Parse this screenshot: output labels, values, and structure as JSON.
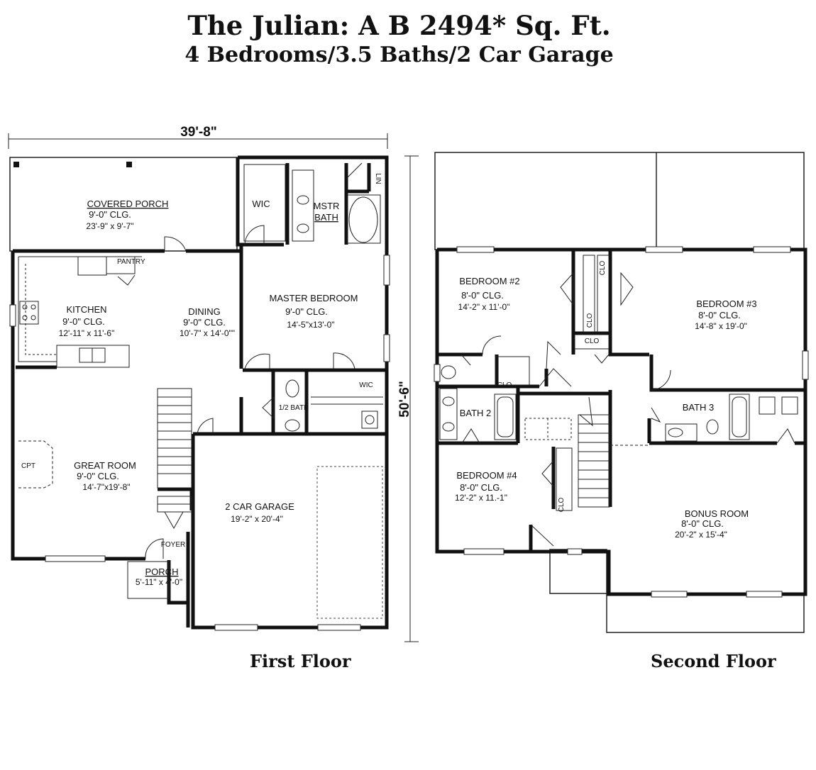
{
  "header": {
    "title": "The Julian: A B 2494* Sq. Ft.",
    "subtitle": "4 Bedrooms/3.5 Baths/2 Car Garage"
  },
  "first_floor": {
    "caption": "First Floor",
    "width_dim": "39'-8\"",
    "depth_dim": "50'-6\"",
    "rooms": {
      "covered_porch": {
        "name": "COVERED PORCH",
        "ceiling": "9'-0\" CLG.",
        "size": "23'-9\" x 9'-7\""
      },
      "kitchen": {
        "name": "KITCHEN",
        "ceiling": "9'-0\" CLG.",
        "size": "12'-11\" x 11'-6\""
      },
      "dining": {
        "name": "DINING",
        "ceiling": "9'-0\" CLG.",
        "size": "10'-7\" x 14'-0\"\""
      },
      "master_bedroom": {
        "name": "MASTER BEDROOM",
        "ceiling": "9'-0\" CLG.",
        "size": "14'-5\"x13'-0\""
      },
      "wic": {
        "name": "WIC"
      },
      "wic2": {
        "name": "WIC"
      },
      "mstr_bath": {
        "line1": "MSTR",
        "line2": "BATH"
      },
      "lin": {
        "name": "LIN"
      },
      "half_bath": {
        "name": "1/2 BATH"
      },
      "pantry": {
        "name": "PANTRY"
      },
      "great_room": {
        "name": "GREAT ROOM",
        "ceiling": "9'-0\" CLG.",
        "size": "14'-7\"x19'-8\""
      },
      "garage": {
        "name": "2 CAR GARAGE",
        "size": "19'-2\" x 20'-4\""
      },
      "foyer": {
        "name": "FOYER"
      },
      "porch": {
        "name": "PORCH",
        "size": "5'-11\" x 4'-0\""
      }
    }
  },
  "second_floor": {
    "caption": "Second Floor",
    "rooms": {
      "bedroom2": {
        "name": "BEDROOM #2",
        "ceiling": "8'-0\" CLG.",
        "size": "14'-2\" x 11'-0\""
      },
      "bedroom3": {
        "name": "BEDROOM #3",
        "ceiling": "8'-0\" CLG.",
        "size": "14'-8\" x 19'-0\""
      },
      "bedroom4": {
        "name": "BEDROOM #4",
        "ceiling": "8'-0\" CLG.",
        "size": "12'-2\" x 11.-1\""
      },
      "bath2": {
        "name": "BATH 2"
      },
      "bath3": {
        "name": "BATH 3"
      },
      "bonus_room": {
        "name": "BONUS ROOM",
        "ceiling": "8'-0\" CLG.",
        "size": "20'-2\" x 15'-4\""
      },
      "clo_b2": {
        "name": "CLO"
      },
      "clo_b3a": {
        "name": "CLO"
      },
      "clo_b3b": {
        "name": "CLO"
      },
      "clo_b3c": {
        "name": "CLO"
      },
      "clo_b4": {
        "name": "CLO"
      }
    }
  }
}
